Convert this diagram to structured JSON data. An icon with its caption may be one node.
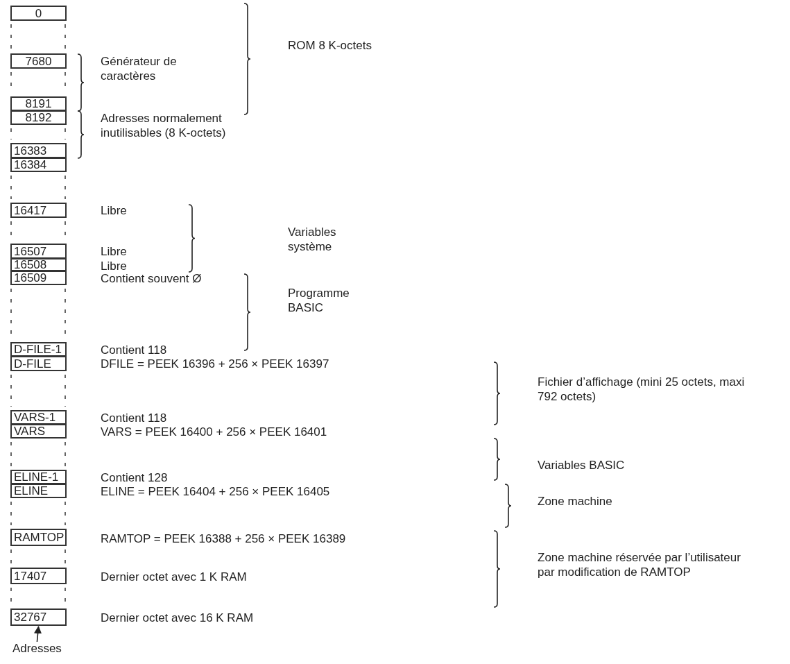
{
  "diagram": {
    "nodes": [
      {
        "text": [
          "0"
        ]
      },
      {
        "text": [
          "7680"
        ]
      },
      {
        "text": [
          "8191"
        ]
      },
      {
        "text": [
          "8192"
        ]
      },
      {
        "text": [
          "16383"
        ]
      },
      {
        "text": [
          "16384"
        ]
      },
      {
        "text": [
          "16417"
        ]
      },
      {
        "text": [
          "16507"
        ]
      },
      {
        "text": [
          "16508"
        ]
      },
      {
        "text": [
          "16509"
        ]
      },
      {
        "text": [
          "D-FILE-1"
        ]
      },
      {
        "text": [
          "D-FILE"
        ]
      },
      {
        "text": [
          "VARS-1"
        ]
      },
      {
        "text": [
          "VARS"
        ]
      },
      {
        "text": [
          "ELINE-1"
        ]
      },
      {
        "text": [
          "ELINE"
        ]
      },
      {
        "text": [
          "RAMTOP"
        ]
      },
      {
        "text": [
          "17407"
        ]
      },
      {
        "text": [
          "32767"
        ]
      },
      {
        "text": [
          "Adresses"
        ]
      }
    ],
    "edges": [
      {
        "from": 19,
        "to": 18,
        "arrow": "to"
      }
    ],
    "labels": [
      "Générateur de caractères",
      "ROM 8 K-octets",
      "Adresses normalement inutilisables (8 K-octets)",
      "Libre",
      "Variables système",
      "Libre",
      "Libre",
      "Contient souvent Ø",
      "Programme BASIC",
      "Contient 118",
      "DFILE = PEEK 16396 + 256 × PEEK 16397",
      "Fichier d’affichage (mini 25 octets, maxi 792 octets)",
      "Contient 118",
      "VARS = PEEK 16400 + 256 × PEEK 16401",
      "Variables BASIC",
      "Contient 128",
      "ELINE = PEEK 16404 + 256 × PEEK 16405",
      "Zone machine",
      "RAMTOP = PEEK 16388 + 256 × PEEK 16389",
      "Zone machine réservée par l’utilisateur par modification de RAMTOP",
      "Dernier octet avec 1 K RAM",
      "Dernier octet avec 16 K RAM"
    ]
  }
}
